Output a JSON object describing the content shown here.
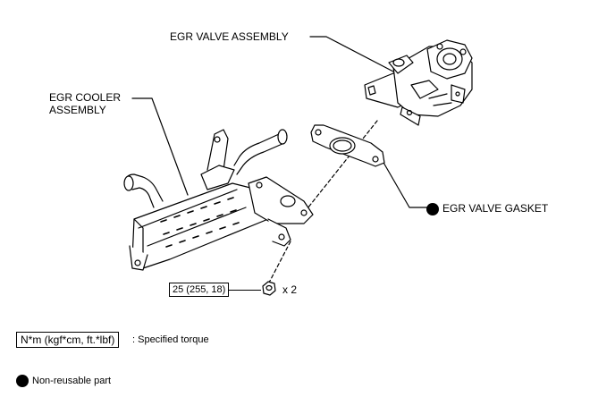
{
  "labels": {
    "egr_valve_assembly": "EGR VALVE ASSEMBLY",
    "egr_cooler_line1": "EGR COOLER",
    "egr_cooler_line2": "ASSEMBLY",
    "egr_valve_gasket": "EGR VALVE GASKET",
    "nut_quantity": "x 2"
  },
  "torque": {
    "value": "25 (255, 18)"
  },
  "legend": {
    "torque_box": "N*m (kgf*cm, ft.*lbf)",
    "torque_desc": ": Specified torque",
    "nonreusable_desc": "Non-reusable part"
  }
}
